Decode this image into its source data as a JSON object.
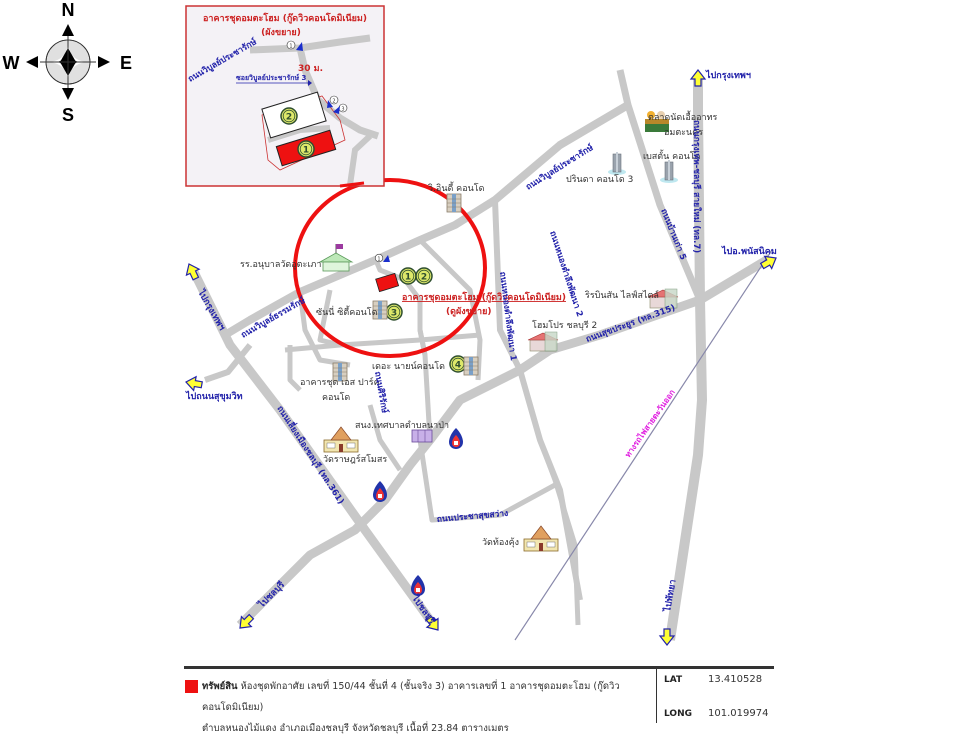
{
  "compass": {
    "north": "N",
    "south": "S",
    "east": "E",
    "west": "W"
  },
  "inset": {
    "title": "อาคารชุดอมตะโฮม (กู๊ดวิวคอนโดมิเนียม)",
    "subtitle": "(ผังขยาย)",
    "road_main": "ถนนวิบูลย์ประชารักษ์",
    "soi": "ซอยวิบูลย์ประชารักษ์ 3",
    "distance": "30 ม.",
    "markers": [
      "1",
      "2",
      "3"
    ],
    "buildings": [
      "1",
      "2"
    ]
  },
  "map": {
    "subject_title": "อาคารชุดอมตะโฮม (กู๊ดวิวคอนโดมิเนียม)",
    "subject_subtitle": "(ดูผังขยาย)",
    "numbered_markers": [
      "1",
      "2",
      "3",
      "4"
    ],
    "view_marker": "1",
    "places": [
      {
        "id": "kindee",
        "label": "วิ.อินดี้ คอนโด"
      },
      {
        "id": "kindergarten",
        "label": "รร.อนุบาลวัดอู่ตะเภา"
      },
      {
        "id": "sunny",
        "label": "ซันนี่ ซิตี้คอนโด"
      },
      {
        "id": "the-nine",
        "label": "เดอะ นายน์คอนโด"
      },
      {
        "id": "s-park-1",
        "label": "อาคารชุด เอส ปาร์ค"
      },
      {
        "id": "s-park-2",
        "label": "คอนโด"
      },
      {
        "id": "municipal",
        "label": "สนง.เทศบาลตำบลนาป่า"
      },
      {
        "id": "wat-rat",
        "label": "วัดราษฎร์สโมสร"
      },
      {
        "id": "wat-thong",
        "label": "วัดท้องคุ้ง"
      },
      {
        "id": "market-1",
        "label": "ตลาดนัดเอื้ออาทร"
      },
      {
        "id": "market-2",
        "label": "อมตะนคร"
      },
      {
        "id": "boston",
        "label": "เบสตั้น คอนโด"
      },
      {
        "id": "parinda",
        "label": "ปรินดา คอนโด 3"
      },
      {
        "id": "rabinson",
        "label": "ริรบินสัน ไลฟ์สไตล์"
      },
      {
        "id": "homepro",
        "label": "โฮมโปร ชลบุรี 2"
      }
    ],
    "roads": [
      {
        "id": "wiboon-pracharak",
        "label": "ถนนวิบูลย์ประชารักษ์"
      },
      {
        "id": "wiboon-thammarak",
        "label": "ถนนวิบูลย์ธรรมรักษ์"
      },
      {
        "id": "ban-kao-5",
        "label": "ถนนบ้านเก่า 5"
      },
      {
        "id": "bangkok-chonburi",
        "label": "ถนนกรุงเทพ-ชลบุรี สายใหม่ (ทล.7)"
      },
      {
        "id": "nong-tamlueng-2",
        "label": "ถนนหนองตำลึงพัฒนา 2"
      },
      {
        "id": "nong-tamlueng-1",
        "label": "ถนนหนองตำลึงพัฒนา 1"
      },
      {
        "id": "sukprayoon",
        "label": "ถนนสุขประยูร (ทล.315)"
      },
      {
        "id": "siriraksa",
        "label": "ถนนศิริรักษ์"
      },
      {
        "id": "chonburi-bypass",
        "label": "ถนนเลี่ยงเมืองชลบุรี (ทล.361)"
      },
      {
        "id": "pracha-suksawang",
        "label": "ถนนประชาสุขสว่าง"
      }
    ],
    "directions": [
      {
        "id": "to-bangkok-ne",
        "label": "ไปกรุงเทพฯ"
      },
      {
        "id": "to-phanat",
        "label": "ไปอ.พนัสนิคม"
      },
      {
        "id": "to-pattaya",
        "label": "ไปพัทยา"
      },
      {
        "id": "to-bangkok-w",
        "label": "ไปกรุงเทพฯ"
      },
      {
        "id": "to-sukhumvit",
        "label": "ไปถนนสุขุมวิท"
      },
      {
        "id": "to-chonburi-sw",
        "label": "ไปชลบุรี"
      },
      {
        "id": "to-chonburi-s",
        "label": "ไปชลบุรี"
      }
    ],
    "railway": "ทางรถไฟสายตะวันออก"
  },
  "footer": {
    "swatch_color": "#ee1111",
    "asset_label": "ทรัพย์สิน",
    "asset_desc_1": "ห้องชุดพักอาศัย เลขที่ 150/44 ชั้นที่ 4 (ชั้นจริง 3) อาคารเลขที่ 1 อาคารชุดอมตะโฮม (กู๊ดวิว คอนโดมิเนียม)",
    "asset_desc_2": "ตำบลหนองไม้แดง อำเภอเมืองชลบุรี จังหวัดชลบุรี เนื้อที่ 23.84 ตารางเมตร",
    "lat_label": "LAT",
    "lat_value": "13.410528",
    "long_label": "LONG",
    "long_value": "101.019974"
  }
}
